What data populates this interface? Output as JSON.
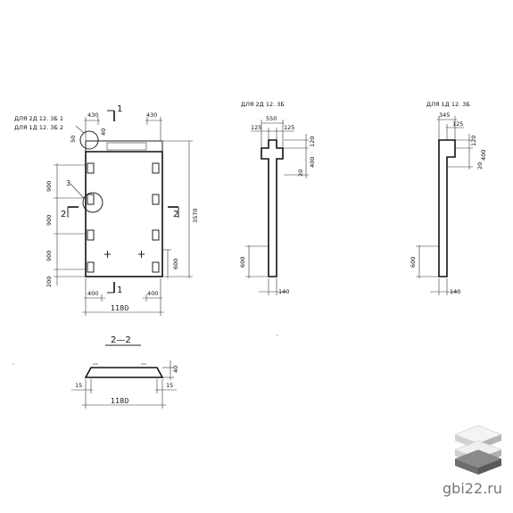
{
  "watermark": {
    "text": "gbi22.ru",
    "logo_icon": "stacked-slabs-logo-icon"
  },
  "plan_view": {
    "callout_2d": "ДЛЯ 2Д 12. 3Б 1",
    "callout_1d": "ДЛЯ 1Д 12. 3Б 2",
    "callout_3": "3",
    "section_1": "1",
    "section_2": "2",
    "dims_top": [
      "430",
      "430"
    ],
    "dim_50": "50",
    "dim_40": "40",
    "dims_left": [
      "900",
      "900",
      "900",
      "200"
    ],
    "dim_height": "3570",
    "dim_600": "600",
    "dims_bottom": [
      "400",
      "400"
    ],
    "dim_total_width": "1180"
  },
  "profile_2d": {
    "title": "ДЛЯ 2Д 12. 3Б",
    "dim_550": "550",
    "dim_left_125": "125",
    "dim_right_125": "125",
    "dim_120": "120",
    "dim_400": "400",
    "dim_20": "20",
    "dim_600": "600",
    "dim_140": "140"
  },
  "profile_1d": {
    "title": "ДЛЯ 1Д 12. 3Б",
    "dim_345": "345",
    "dim_125": "125",
    "dim_120": "120",
    "dim_400": "400",
    "dim_20": "20",
    "dim_600": "600",
    "dim_140": "140"
  },
  "section_view": {
    "title": "2—2",
    "dim_40": "40",
    "dim_left_15": "15",
    "dim_right_15": "15",
    "dim_total_width": "1180"
  }
}
